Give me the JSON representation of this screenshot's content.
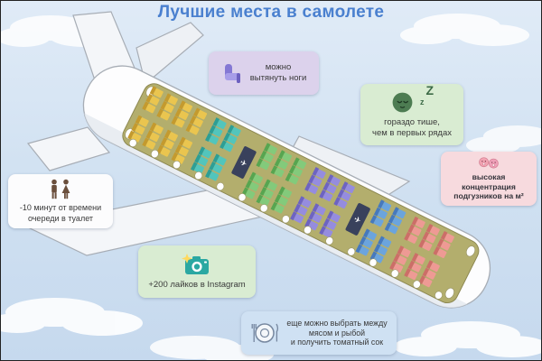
{
  "title": "Лучшие места в самолете",
  "callouts": {
    "legroom": {
      "text": "можно\nвытянуть ноги"
    },
    "quiet": {
      "z_small": "z",
      "z_big": "Z",
      "text": "гораздо тише,\nчем в первых рядах"
    },
    "diapers": {
      "text": "высокая концентрация\nподгузников на м²"
    },
    "toilet": {
      "text": "-10 минут от времени\nочереди в туалет"
    },
    "instagram": {
      "text": "+200 лайков в Instagram"
    },
    "meal": {
      "text": "еще можно выбрать между\nмясом и рыбой\nи получить томатный сок"
    }
  },
  "plane": {
    "exit_glyph": "✈",
    "cabin_color": "#b3ae6d",
    "seat_groups": [
      {
        "name": "rear-legroom-yellow",
        "rows": 4,
        "cushion": "#eac54f",
        "back": "#c49a2e"
      },
      {
        "name": "quiet-teal",
        "rows": 2,
        "cushion": "#52c5bc",
        "back": "#2d9e95"
      },
      {
        "type": "exit"
      },
      {
        "name": "mid-green",
        "rows": 3,
        "cushion": "#83ca7b",
        "back": "#57a550"
      },
      {
        "name": "mid-purple",
        "rows": 3,
        "cushion": "#958cdf",
        "back": "#6d63c2"
      },
      {
        "type": "exit"
      },
      {
        "name": "front-blue",
        "rows": 2,
        "cushion": "#6ba4dd",
        "back": "#4679bd"
      },
      {
        "name": "front-red",
        "rows": 3,
        "cushion": "#ee9a94",
        "back": "#cc6e68"
      }
    ]
  },
  "colors": {
    "title": "#4a80cf",
    "legroom_bg": "#dcd2ec",
    "quiet_bg": "#d9ecd2",
    "diapers_bg": "#f7dade",
    "toilet_bg": "#fcfcfd",
    "instagram_bg": "#d9ecd2",
    "meal_bg": "#cfe1f3"
  }
}
